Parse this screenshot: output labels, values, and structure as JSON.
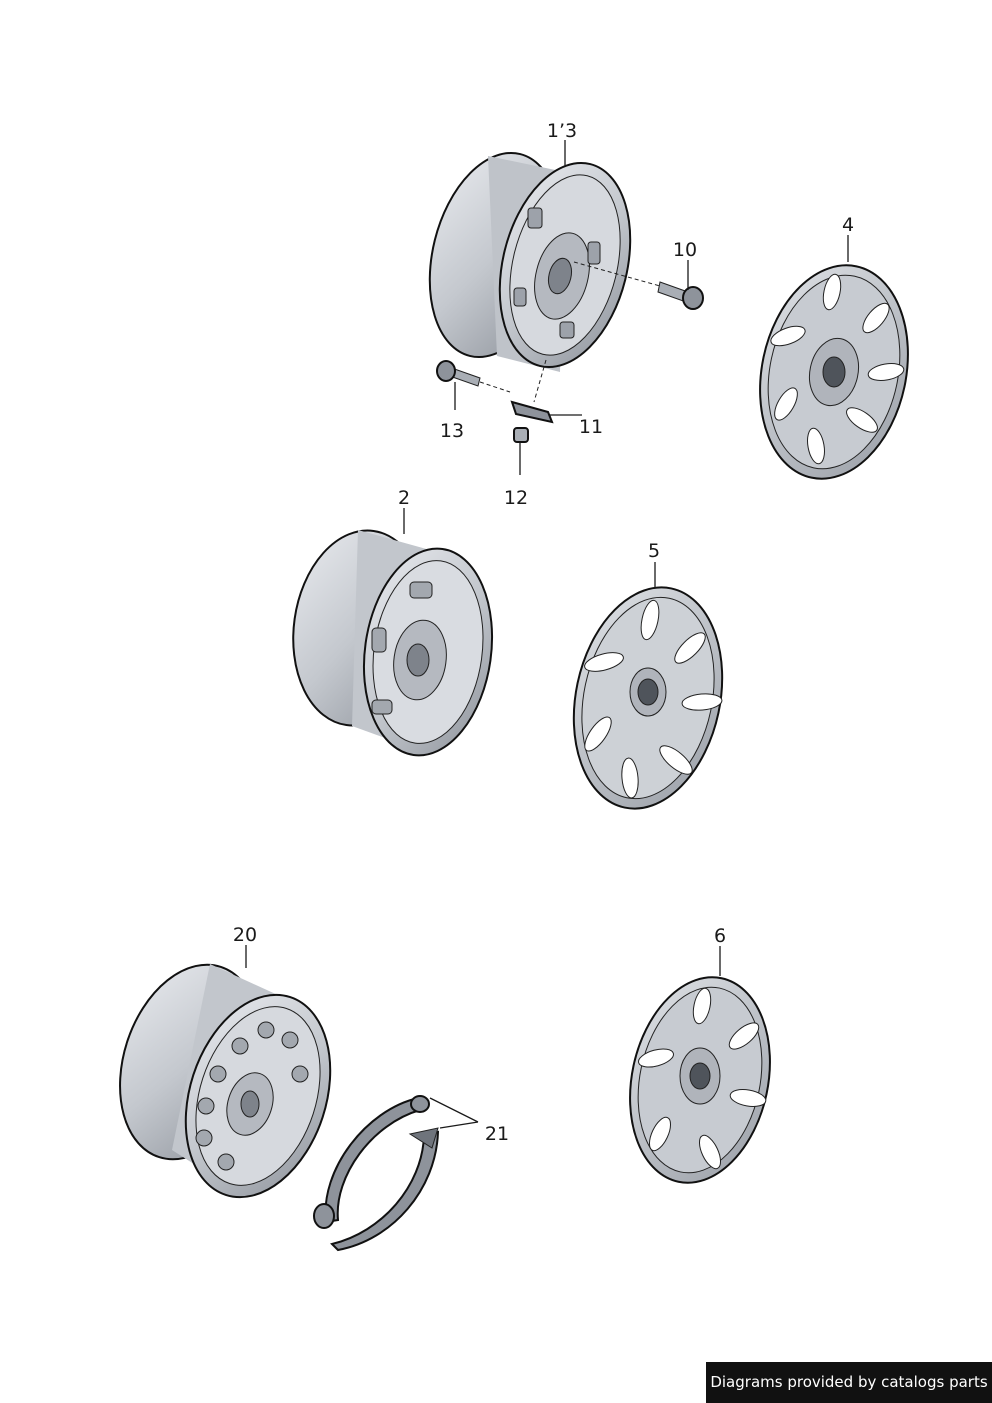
{
  "callouts": {
    "c1_3": "1’3",
    "c10": "10",
    "c4": "4",
    "c13": "13",
    "c11": "11",
    "c12": "12",
    "c2": "2",
    "c5": "5",
    "c20": "20",
    "c6": "6",
    "c21": "21"
  },
  "footer": {
    "text": "Diagrams provided by catalogs parts"
  },
  "colors": {
    "part_fill": "#c9ccd2",
    "part_light": "#e4e6ea",
    "part_dark": "#8e939b",
    "badge_bg": "#111111"
  }
}
